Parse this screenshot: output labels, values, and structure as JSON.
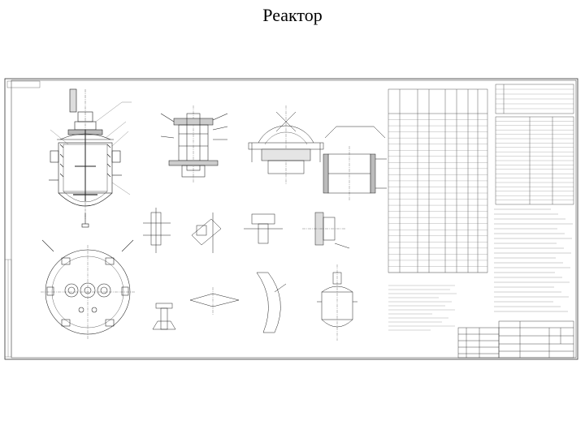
{
  "slide": {
    "title": "Реактор"
  },
  "drawing": {
    "description_lines": 22,
    "spec_rows": 26,
    "tech_table_rows": 20
  }
}
